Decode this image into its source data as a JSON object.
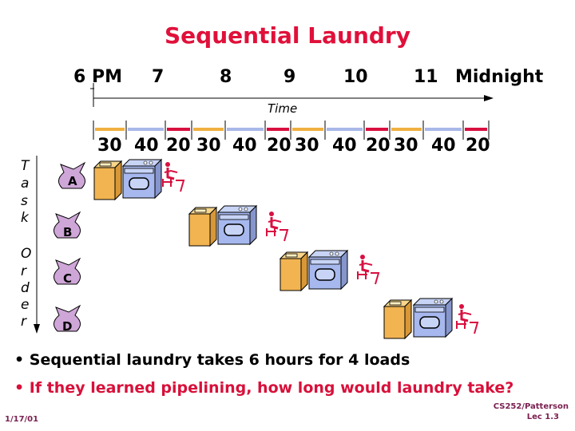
{
  "title": "Sequential Laundry",
  "timeline": {
    "hours": [
      "6 PM",
      "7",
      "8",
      "9",
      "10",
      "11",
      "Midnight"
    ],
    "axis_label": "Time",
    "durations": [
      "30",
      "40",
      "20",
      "30",
      "40",
      "20",
      "30",
      "40",
      "20",
      "30",
      "40",
      "20"
    ]
  },
  "task_order_label": [
    "T",
    "a",
    "s",
    "k",
    "",
    "O",
    "r",
    "d",
    "e",
    "r"
  ],
  "loads": [
    "A",
    "B",
    "C",
    "D"
  ],
  "bullets": {
    "line1": "Sequential laundry takes 6 hours for 4 loads",
    "line2": "If they learned pipelining, how long would laundry take?"
  },
  "footer": {
    "date": "1/17/01",
    "course": "CS252/Patterson",
    "lecture": "Lec 1.3"
  },
  "colors": {
    "title": "#e0103a",
    "wash_bar": "#f0b040",
    "dry_bar": "#a8b8e8",
    "fold_bar": "#d81040",
    "washer": "#f2b451",
    "dryer": "#a6b8ee",
    "bag": "#cfa6d8",
    "folder": "#d81040"
  }
}
